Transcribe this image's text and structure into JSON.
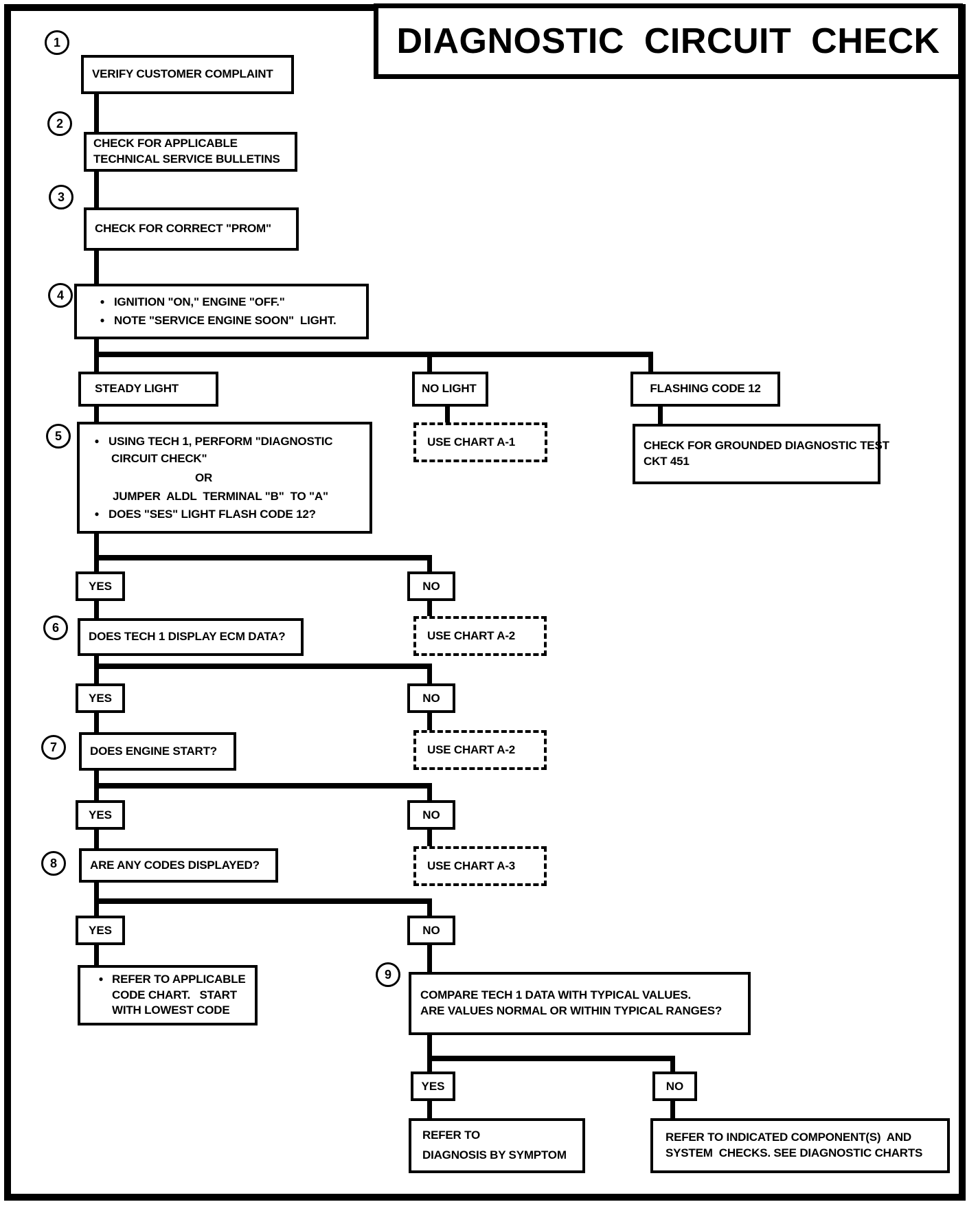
{
  "title": "DIAGNOSTIC CIRCUIT CHECK",
  "colors": {
    "ink": "#000000",
    "paper": "#ffffff"
  },
  "glyphs": {
    "bullet": "●"
  },
  "labels": {
    "yes": "YES",
    "no": "NO"
  },
  "steps": {
    "n1": "1",
    "n2": "2",
    "n3": "3",
    "n4": "4",
    "n5": "5",
    "n6": "6",
    "n7": "7",
    "n8": "8",
    "n9": "9"
  },
  "nodes": {
    "verify": {
      "text": "VERIFY CUSTOMER COMPLAINT"
    },
    "bulletins": {
      "line1": "CHECK FOR APPLICABLE",
      "line2": "TECHNICAL SERVICE BULLETINS"
    },
    "prom": {
      "text": "CHECK FOR CORRECT \"PROM\""
    },
    "ignition": {
      "bullet1": "IGNITION \"ON,\" ENGINE \"OFF.\"",
      "bullet2": "NOTE \"SERVICE ENGINE SOON\"  LIGHT."
    },
    "steady_light": {
      "text": "STEADY LIGHT"
    },
    "no_light": {
      "text": "NO LIGHT"
    },
    "flashing_code12": {
      "text": "FLASHING CODE 12"
    },
    "use_chart_a1": {
      "text": "USE CHART A-1"
    },
    "grounded_test": {
      "line1": "CHECK FOR GROUNDED DIAGNOSTIC TEST",
      "line2": "CKT 451"
    },
    "diag_check": {
      "bullet1_line1": "USING TECH 1, PERFORM \"DIAGNOSTIC",
      "bullet1_line2": "CIRCUIT CHECK\"",
      "or": "OR",
      "jumper": "JUMPER  ALDL  TERMINAL \"B\"  TO \"A\"",
      "bullet2": "DOES \"SES\" LIGHT FLASH CODE 12?"
    },
    "ecm_data": {
      "text": "DOES TECH 1 DISPLAY ECM DATA?"
    },
    "use_chart_a2_first": {
      "text": "USE CHART A-2"
    },
    "engine_start": {
      "text": "DOES ENGINE START?"
    },
    "use_chart_a2_second": {
      "text": "USE CHART A-2"
    },
    "codes_displayed": {
      "text": "ARE ANY CODES DISPLAYED?"
    },
    "use_chart_a3": {
      "text": "USE CHART A-3"
    },
    "refer_code_chart": {
      "line1": "REFER TO APPLICABLE",
      "line2": "CODE CHART.   START",
      "line3": "WITH LOWEST CODE"
    },
    "compare_values": {
      "line1": "COMPARE TECH 1 DATA WITH TYPICAL VALUES.",
      "line2": "ARE VALUES NORMAL OR WITHIN TYPICAL RANGES?"
    },
    "diagnosis_symptom": {
      "line1": "REFER TO",
      "line2": "DIAGNOSIS BY SYMPTOM"
    },
    "component_checks": {
      "line1": "REFER TO INDICATED COMPONENT(S)  AND",
      "line2": "SYSTEM  CHECKS. SEE DIAGNOSTIC CHARTS"
    }
  }
}
